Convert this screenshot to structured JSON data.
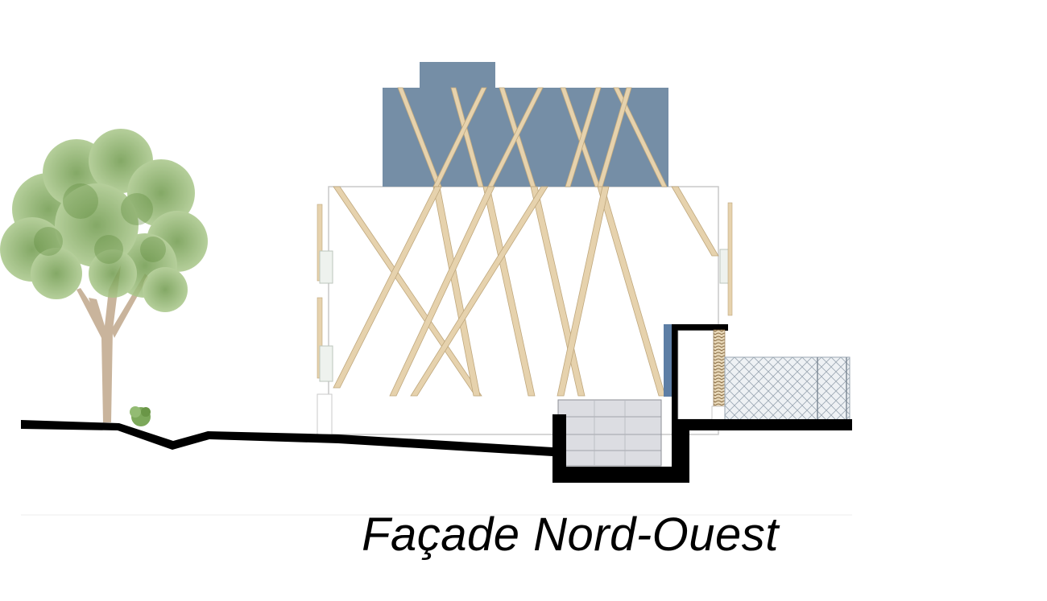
{
  "drawing": {
    "caption": "Façade Nord-Ouest"
  },
  "colors": {
    "background": "#ffffff",
    "roof_block": "#758ea6",
    "timber_brace": "#e6d2ad",
    "timber_edge": "#bfa77c",
    "ground_section": "#000000",
    "facade_outline": "#c9c9c9",
    "tree_foliage": "#8ab067",
    "tree_trunk": "#c9b49c",
    "lower_block": "#dcdde2",
    "fence": "#d7dde3",
    "blue_panel": "#5d7ea5"
  },
  "icons": [
    "tree-illustration",
    "shrub-illustration",
    "wire-mesh-fence"
  ]
}
